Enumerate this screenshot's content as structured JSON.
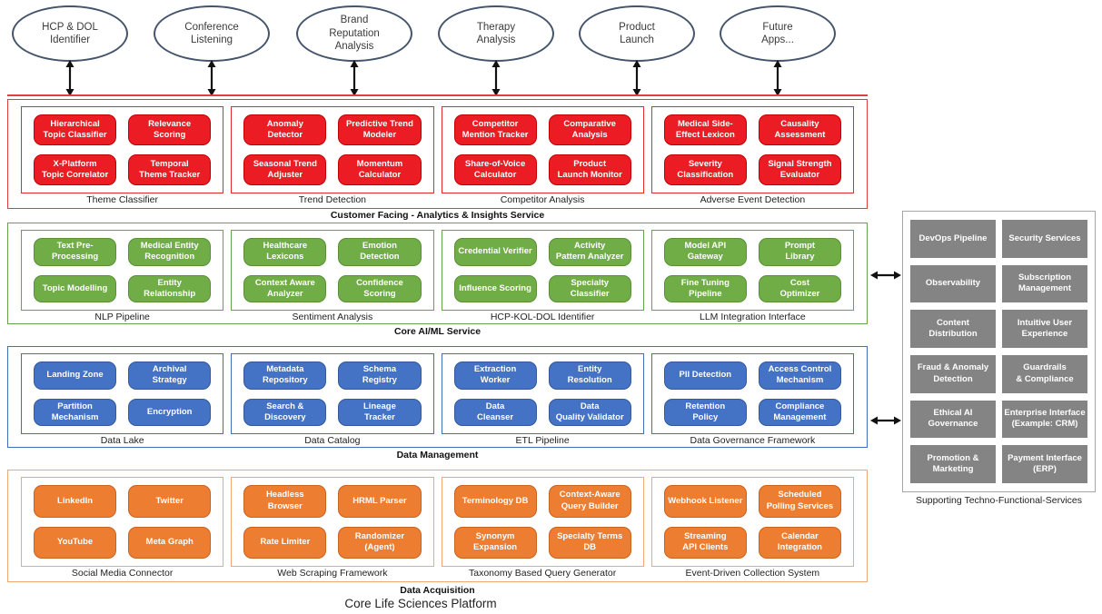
{
  "colors": {
    "red": "#ec1c24",
    "green": "#70ad47",
    "blue": "#4472c4",
    "orange": "#ed7d31",
    "gray": "#848484",
    "ellipse_border": "#44546a"
  },
  "apps": [
    "HCP & DOL\nIdentifier",
    "Conference\nListening",
    "Brand\nReputation\nAnalysis",
    "Therapy\nAnalysis",
    "Product\nLaunch",
    "Future\nApps..."
  ],
  "layers": [
    {
      "caption": "Customer Facing - Analytics & Insights Service",
      "groups": [
        {
          "label": "Theme Classifier",
          "modules": [
            "Hierarchical\nTopic Classifier",
            "Relevance\nScoring",
            "X-Platform\nTopic Correlator",
            "Temporal\nTheme Tracker"
          ]
        },
        {
          "label": "Trend Detection",
          "modules": [
            "Anomaly\nDetector",
            "Predictive Trend\nModeler",
            "Seasonal Trend\nAdjuster",
            "Momentum\nCalculator"
          ]
        },
        {
          "label": "Competitor Analysis",
          "modules": [
            "Competitor\nMention Tracker",
            "Comparative\nAnalysis",
            "Share-of-Voice\nCalculator",
            "Product\nLaunch Monitor"
          ]
        },
        {
          "label": "Adverse Event Detection",
          "modules": [
            "Medical Side-\nEffect Lexicon",
            "Causality\nAssessment",
            "Severity\nClassification",
            "Signal Strength\nEvaluator"
          ]
        }
      ]
    },
    {
      "caption": "Core AI/ML Service",
      "groups": [
        {
          "label": "NLP Pipeline",
          "modules": [
            "Text Pre-\nProcessing",
            "Medical Entity\nRecognition",
            "Topic Modelling",
            "Entity\nRelationship"
          ]
        },
        {
          "label": "Sentiment Analysis",
          "modules": [
            "Healthcare\nLexicons",
            "Emotion\nDetection",
            "Context Aware\nAnalyzer",
            "Confidence\nScoring"
          ]
        },
        {
          "label": "HCP-KOL-DOL Identifier",
          "modules": [
            "Credential Verifier",
            "Activity\nPattern Analyzer",
            "Influence Scoring",
            "Specialty Classifier"
          ]
        },
        {
          "label": "LLM Integration Interface",
          "modules": [
            "Model API\nGateway",
            "Prompt\nLibrary",
            "Fine Tuning\nPipeline",
            "Cost\nOptimizer"
          ]
        }
      ]
    },
    {
      "caption": "Data Management",
      "groups": [
        {
          "label": "Data Lake",
          "modules": [
            "Landing Zone",
            "Archival\nStrategy",
            "Partition\nMechanism",
            "Encryption"
          ]
        },
        {
          "label": "Data Catalog",
          "modules": [
            "Metadata\nRepository",
            "Schema\nRegistry",
            "Search &\nDiscovery",
            "Lineage\nTracker"
          ]
        },
        {
          "label": "ETL Pipeline",
          "modules": [
            "Extraction\nWorker",
            "Entity\nResolution",
            "Data\nCleanser",
            "Data\nQuality Validator"
          ]
        },
        {
          "label": "Data Governance Framework",
          "modules": [
            "PII Detection",
            "Access Control\nMechanism",
            "Retention\nPolicy",
            "Compliance\nManagement"
          ]
        }
      ]
    },
    {
      "caption": "Data Acquisition",
      "groups": [
        {
          "label": "Social Media Connector",
          "modules": [
            "LinkedIn",
            "Twitter",
            "YouTube",
            "Meta Graph"
          ]
        },
        {
          "label": "Web Scraping Framework",
          "modules": [
            "Headless\nBrowser",
            "HRML Parser",
            "Rate Limiter",
            "Randomizer\n(Agent)"
          ]
        },
        {
          "label": "Taxonomy Based Query Generator",
          "modules": [
            "Terminology DB",
            "Context-Aware\nQuery Builder",
            "Synonym Expansion",
            "Specialty Terms DB"
          ]
        },
        {
          "label": "Event-Driven Collection System",
          "modules": [
            "Webhook Listener",
            "Scheduled\nPolling Services",
            "Streaming\nAPI Clients",
            "Calendar\nIntegration"
          ]
        }
      ]
    }
  ],
  "support_panel": {
    "caption": "Supporting Techno-Functional-Services",
    "services": [
      "DevOps Pipeline",
      "Security Services",
      "Observability",
      "Subscription\nManagement",
      "Content Distribution",
      "Intuitive User\nExperience",
      "Fraud & Anomaly\nDetection",
      "Guardrails\n& Compliance",
      "Ethical AI\nGovernance",
      "Enterprise Interface\n(Example: CRM)",
      "Promotion &\nMarketing",
      "Payment Interface\n(ERP)"
    ]
  },
  "platform_title": "Core Life Sciences Platform"
}
